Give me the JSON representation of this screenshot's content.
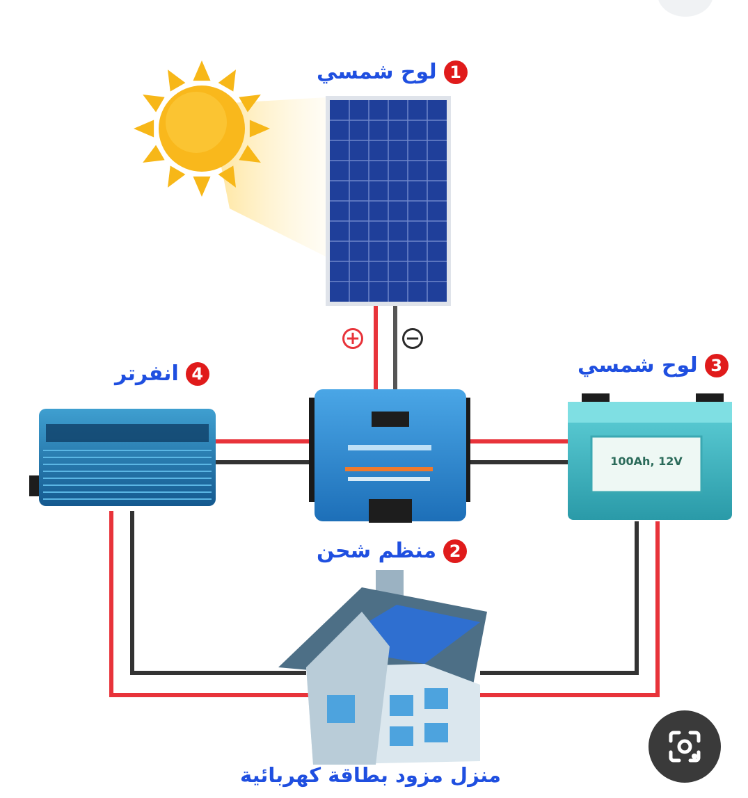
{
  "labels": {
    "panel": {
      "number": "1",
      "text": "لوح شمسي"
    },
    "controller": {
      "number": "2",
      "text": "منظم شحن"
    },
    "battery": {
      "number": "3",
      "text": "لوح شمسي"
    },
    "inverter": {
      "number": "4",
      "text": "انفرتر"
    },
    "house": "منزل مزود بطاقة كهربائية"
  },
  "polarity": {
    "positive": "+",
    "negative": "−"
  },
  "battery_face": "100Ah, 12V",
  "colors": {
    "label_blue": "#1f4fe0",
    "badge_red": "#e01b1b",
    "wire_red": "#e8333a",
    "wire_black": "#333333"
  },
  "icons": {
    "lens": "google-lens-icon"
  }
}
